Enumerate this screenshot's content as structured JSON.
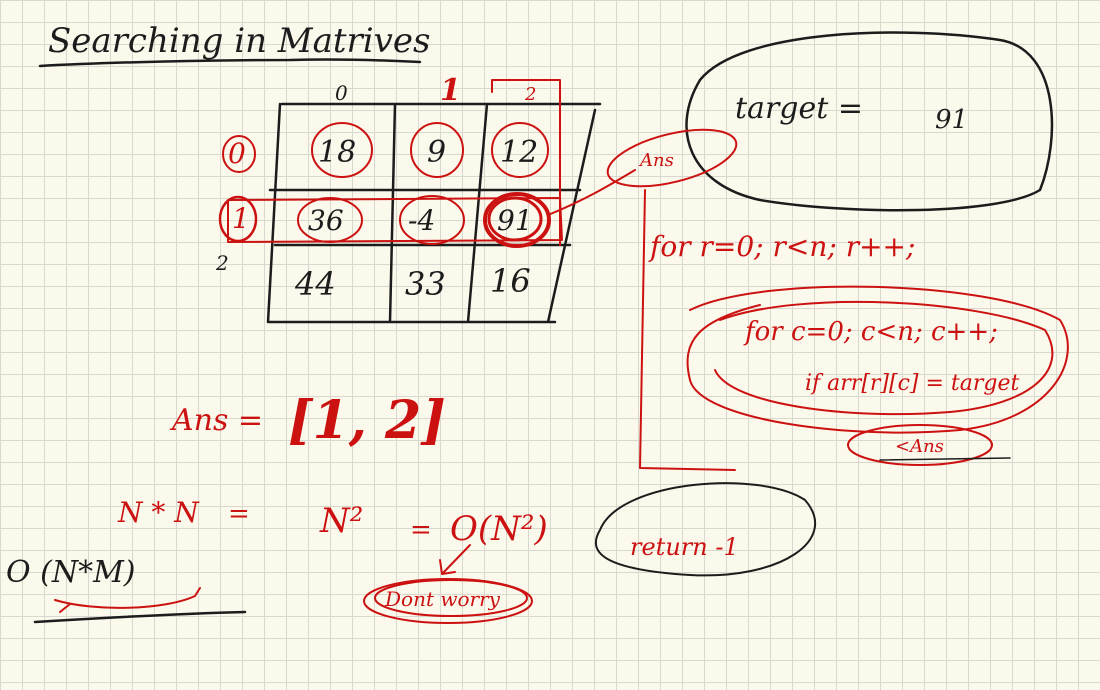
{
  "title": "Searching in Matrives",
  "matrix": {
    "col_indices": [
      "0",
      "1",
      "2"
    ],
    "row_indices": [
      "0",
      "1",
      "2"
    ],
    "cells": [
      [
        "18",
        "9",
        "12"
      ],
      [
        "36",
        "-4",
        "91"
      ],
      [
        "44",
        "33",
        "16"
      ]
    ],
    "found_row": 1,
    "found_col": 2
  },
  "target": {
    "label": "target =",
    "value": "91"
  },
  "answer_tag": "Ans",
  "answer": {
    "label": "Ans =",
    "value": "[1, 2]"
  },
  "code": {
    "line1": "for r=0; r<n; r++;",
    "line2": "for c=0; c<n; c++;",
    "line3": "if arr[r][c] = target",
    "line4": "<Ans",
    "return_text": "return -1"
  },
  "complexity": {
    "lhs": "N * N",
    "eq1": "=",
    "mid": "N²",
    "eq2": "=",
    "rhs": "O(N²)",
    "general": "O (N*M)",
    "note": "Dont worry"
  },
  "colors": {
    "ink": "#1c1c1c",
    "highlight": "#cc1111",
    "paper": "#fbf9ec",
    "grid": "#d8d8cf"
  }
}
